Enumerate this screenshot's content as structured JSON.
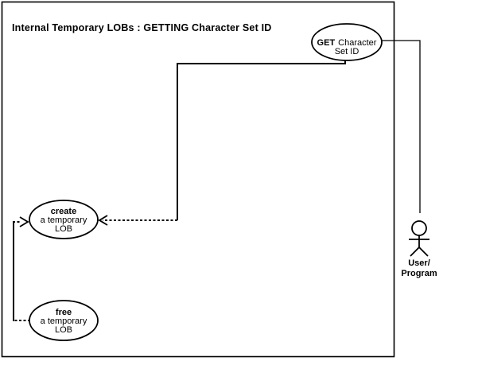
{
  "diagram": {
    "title": "Internal Temporary LOBs : GETTING Character Set ID",
    "colors": {
      "background": "#ffffff",
      "stroke": "#000000"
    },
    "usecases": {
      "get_charset": {
        "line1_bold": "GET",
        "line1_rest": "Character",
        "line2": "Set ID"
      },
      "create_lob": {
        "line1": "create",
        "line2": "a temporary",
        "line3": "LOB"
      },
      "free_lob": {
        "line1": "free",
        "line2": "a temporary",
        "line3": "LOB"
      }
    },
    "actor": {
      "label_line1": "User/",
      "label_line2": "Program"
    }
  }
}
